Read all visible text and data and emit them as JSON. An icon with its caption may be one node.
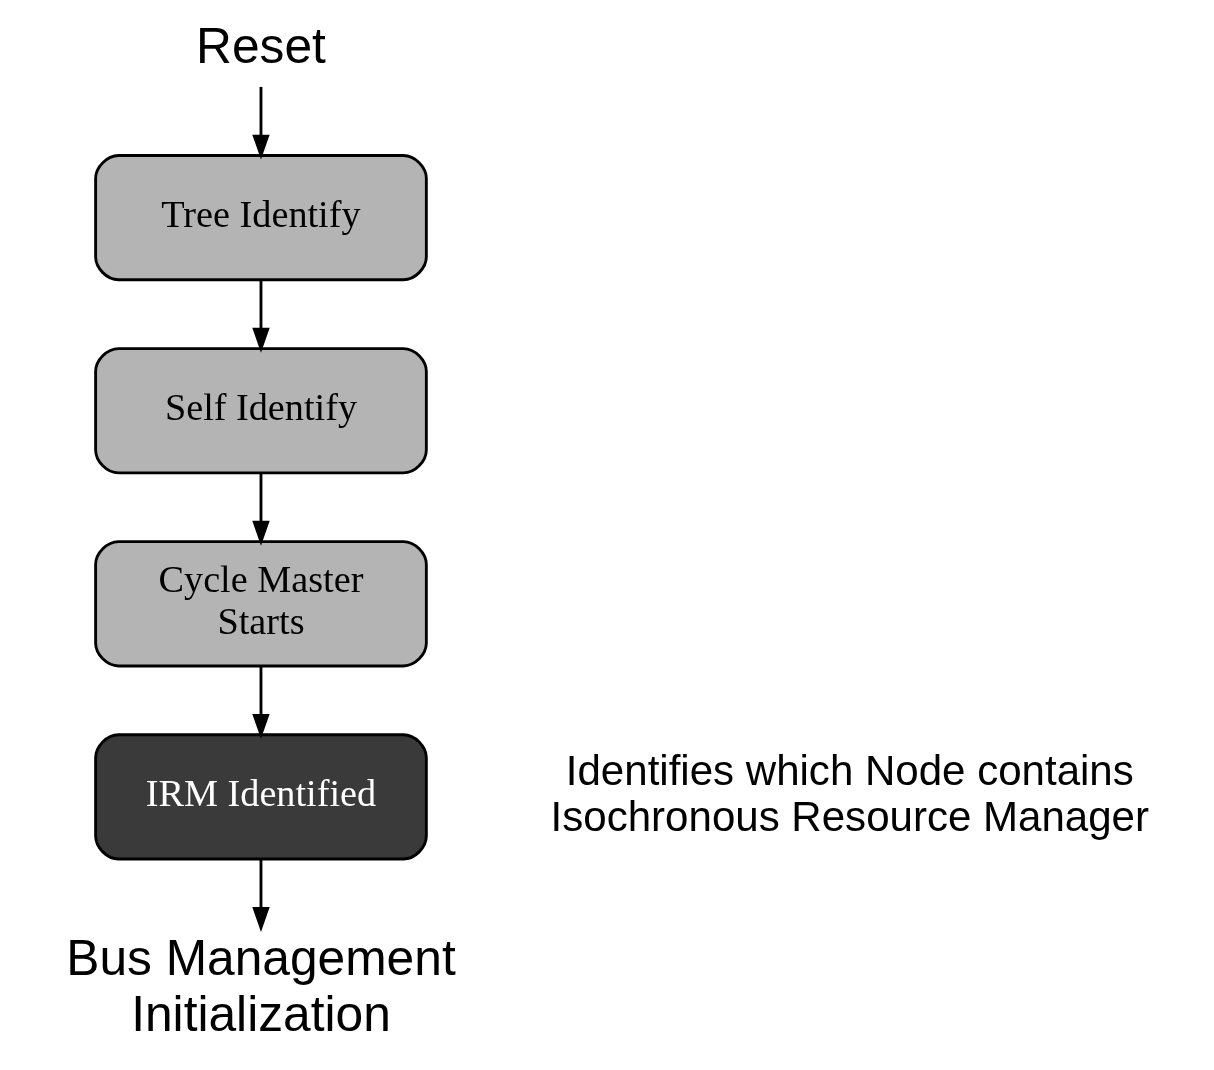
{
  "diagram": {
    "nodes": [
      {
        "text": [
          "Reset"
        ]
      },
      {
        "text": [
          "Tree Identify"
        ]
      },
      {
        "text": [
          "Self Identify"
        ]
      },
      {
        "text": [
          "Cycle Master Starts"
        ]
      },
      {
        "text": [
          "IRM Identified"
        ],
        "beside": [
          "Identifies which Node contains Isochronous Resource Manager"
        ]
      },
      {
        "text": [
          "Bus Management Initialization"
        ]
      }
    ],
    "edges": [
      {
        "from": 0,
        "to": 1,
        "arrow": "to"
      },
      {
        "from": 1,
        "to": 2,
        "arrow": "to"
      },
      {
        "from": 2,
        "to": 3,
        "arrow": "to"
      },
      {
        "from": 3,
        "to": 4,
        "arrow": "to"
      },
      {
        "from": 4,
        "to": 5,
        "arrow": "to"
      }
    ]
  }
}
